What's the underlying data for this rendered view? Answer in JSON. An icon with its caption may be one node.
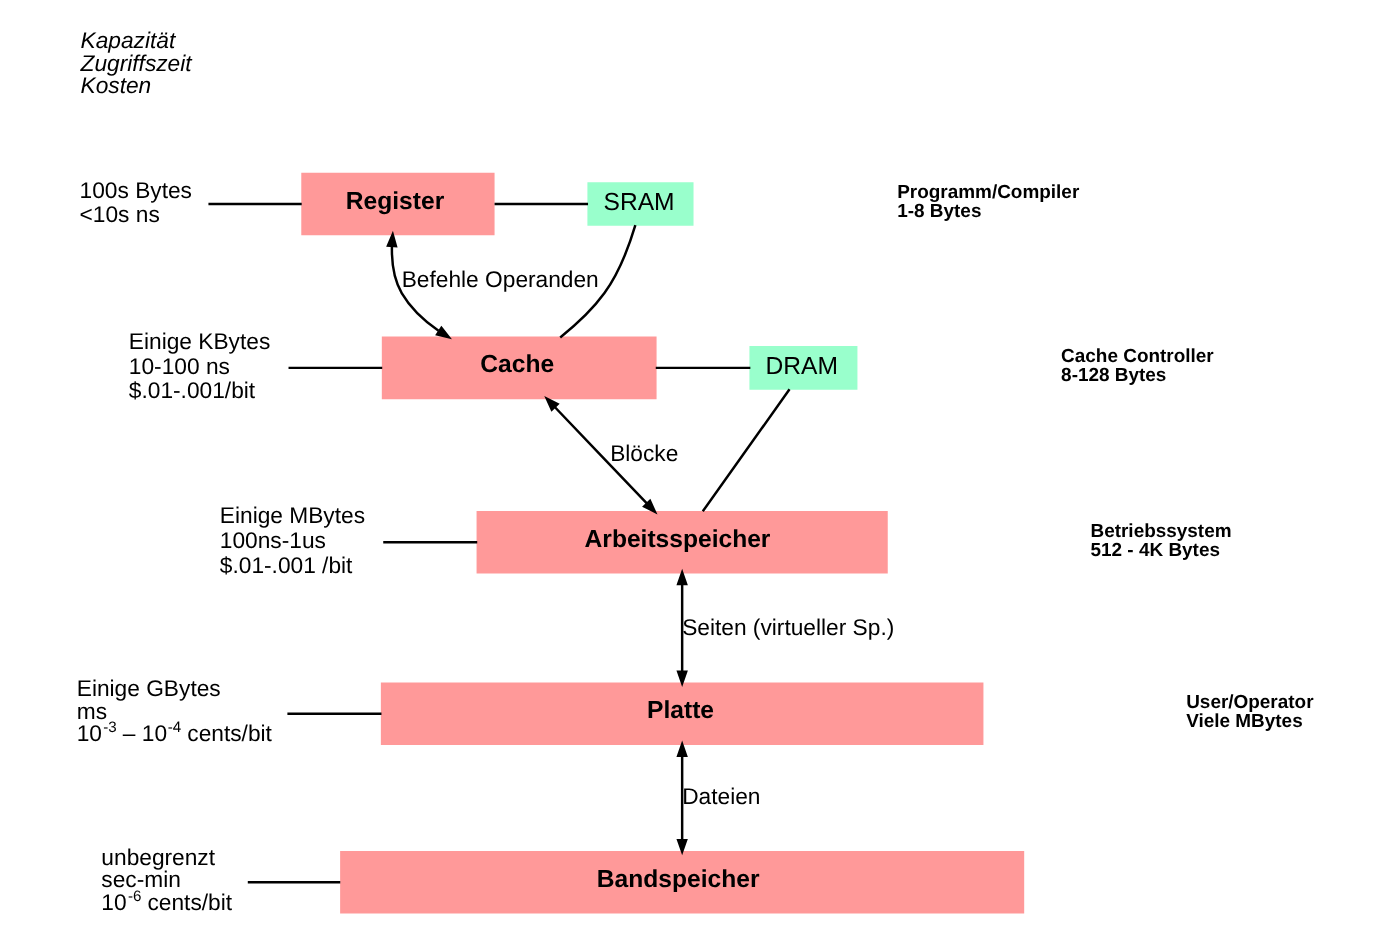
{
  "diagram": {
    "nodes": [
      {
        "text": [
          "100s Bytes",
          "<10s ns"
        ]
      },
      {
        "text": [
          "Register"
        ]
      },
      {
        "text": [
          "SRAM"
        ]
      },
      {
        "text": [
          "Einige KBytes",
          "10-100 ns",
          "$.01-.001/bit"
        ]
      },
      {
        "text": [
          "Cache"
        ]
      },
      {
        "text": [
          "DRAM"
        ]
      },
      {
        "text": [
          "Einige MBytes",
          "100ns-1us",
          "$.01-.001 /bit"
        ]
      },
      {
        "text": [
          "Arbeitsspeicher"
        ]
      },
      {
        "text": [
          "Einige GBytes",
          "ms",
          "10$^{-3}$ – 10$^{-4}$ cents/bit"
        ]
      },
      {
        "text": [
          "Platte"
        ]
      },
      {
        "text": [
          "unbegrenzt",
          "sec-min",
          "10$^{-6}$ cents/bit"
        ]
      },
      {
        "text": [
          "Bandspeicher"
        ]
      }
    ],
    "edges": [
      {
        "from": 0,
        "to": 1,
        "arrow": "none"
      },
      {
        "from": 1,
        "to": 2,
        "arrow": "none"
      },
      {
        "from": 1,
        "to": 4,
        "arrow": "both",
        "label": "Befehle Operanden"
      },
      {
        "from": 2,
        "to": 4,
        "arrow": "none"
      },
      {
        "from": 3,
        "to": 4,
        "arrow": "none"
      },
      {
        "from": 4,
        "to": 5,
        "arrow": "none"
      },
      {
        "from": 4,
        "to": 7,
        "arrow": "both",
        "label": "Blöcke"
      },
      {
        "from": 5,
        "to": 7,
        "arrow": "none"
      },
      {
        "from": 6,
        "to": 7,
        "arrow": "none"
      },
      {
        "from": 7,
        "to": 9,
        "arrow": "both",
        "label": "Seiten (virtueller Sp.)"
      },
      {
        "from": 8,
        "to": 9,
        "arrow": "none"
      },
      {
        "from": 9,
        "to": 11,
        "arrow": "both",
        "label": "Dateien"
      },
      {
        "from": 10,
        "to": 11,
        "arrow": "none"
      }
    ],
    "labels": [
      "Kapazität",
      "Zugriffszeit",
      "Kosten",
      "Programm/Compiler",
      "1-8 Bytes",
      "Cache Controller",
      "8-128 Bytes",
      "Betriebssystem",
      "512 - 4K Bytes",
      "User/Operator",
      "Viele MBytes"
    ]
  }
}
